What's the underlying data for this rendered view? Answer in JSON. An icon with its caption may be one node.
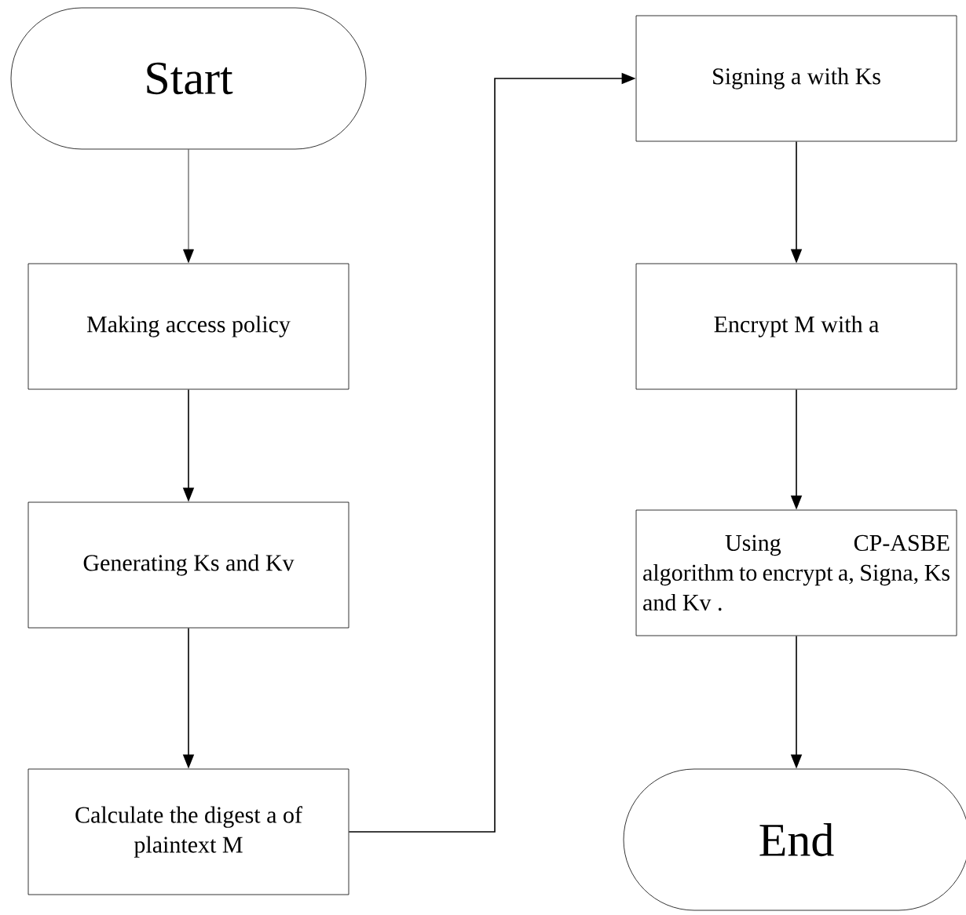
{
  "diagram": {
    "nodes": [
      {
        "text": [
          "Start"
        ]
      },
      {
        "text": [
          "Making access policy"
        ]
      },
      {
        "text": [
          "Generating Ks and Kv"
        ]
      },
      {
        "text": [
          "Calculate the digest a of plaintext M"
        ]
      },
      {
        "text": [
          "Signing a with Ks"
        ]
      },
      {
        "text": [
          "Encrypt M with a"
        ]
      },
      {
        "text": [
          "Using CP-ASBE algorithm to encrypt a, Signa, Ks and Kv ."
        ]
      },
      {
        "text": [
          "End"
        ]
      }
    ],
    "edges": [
      {
        "from": 0,
        "to": 1,
        "arrow": "to"
      },
      {
        "from": 1,
        "to": 2,
        "arrow": "to"
      },
      {
        "from": 2,
        "to": 3,
        "arrow": "to"
      },
      {
        "from": 3,
        "to": 4,
        "arrow": "to"
      },
      {
        "from": 4,
        "to": 5,
        "arrow": "to"
      },
      {
        "from": 5,
        "to": 6,
        "arrow": "to"
      },
      {
        "from": 6,
        "to": 7,
        "arrow": "to"
      }
    ]
  }
}
